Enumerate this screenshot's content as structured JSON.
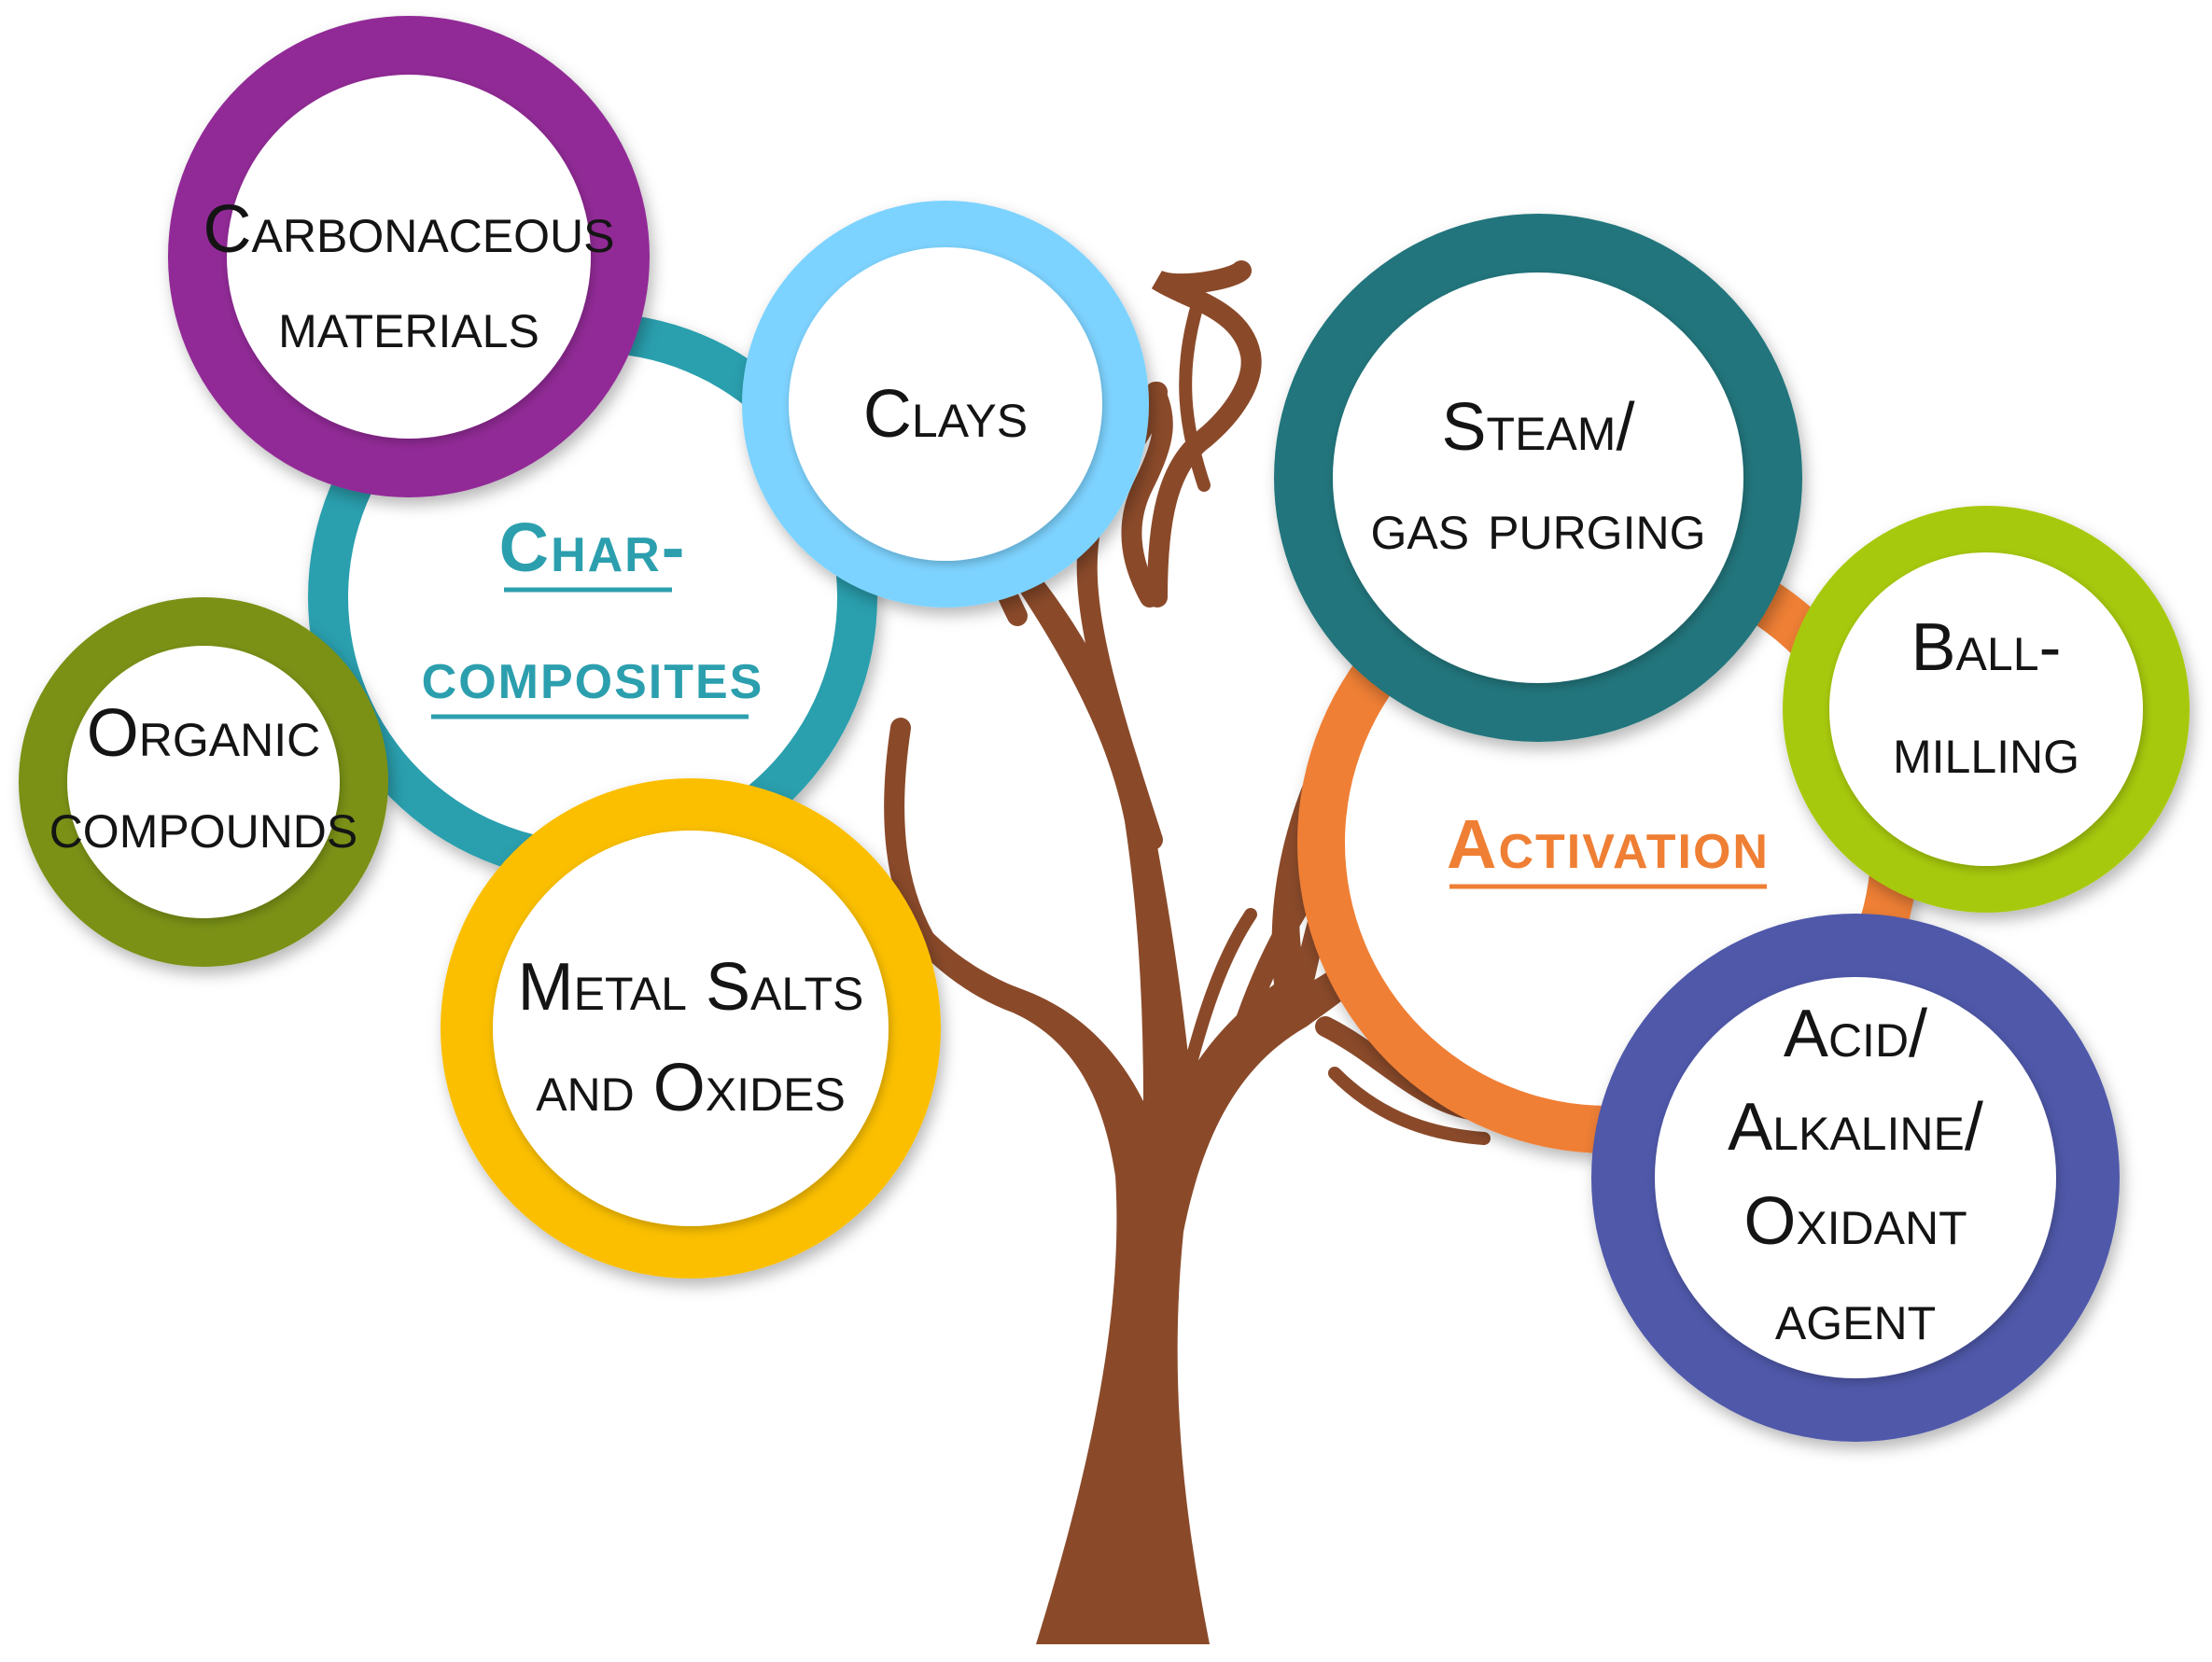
{
  "colors": {
    "trunk": "#8a4a2a",
    "char_hub": "#2c9fae",
    "activation_hub": "#ef7f34",
    "carbonaceous": "#912a96",
    "clays": "#7dd3ff",
    "organic": "#7a9116",
    "metal": "#fbbf06",
    "steam": "#20747b",
    "ball": "#a7c90c",
    "acid": "#4f59a9"
  },
  "hubs": {
    "char": {
      "line1": "Char-",
      "line2": "composites"
    },
    "activation": {
      "line1": "Activation"
    }
  },
  "nodes": {
    "carbonaceous": {
      "line1": "Carbonaceous",
      "line2": "materials"
    },
    "clays": {
      "line1": "Clays"
    },
    "organic": {
      "line1": "Organic",
      "line2": "compounds"
    },
    "metal": {
      "line1": "Metal Salts",
      "line2": "and Oxides"
    },
    "steam": {
      "line1": "Steam/",
      "line2": "gas purging"
    },
    "ball": {
      "line1": "Ball-",
      "line2": "milling"
    },
    "acid": {
      "line1": "Acid/",
      "line2": "Alkaline/",
      "line3": "Oxidant",
      "line4": "agent"
    }
  }
}
